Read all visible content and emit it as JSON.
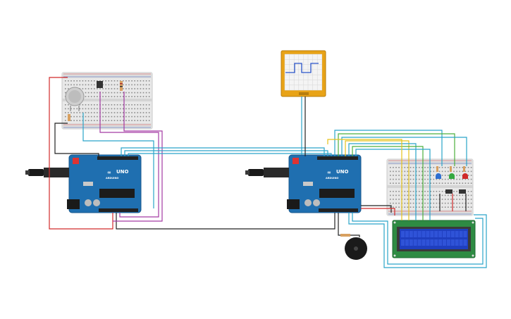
{
  "arduino_left": {
    "model": "UNO",
    "brand": "ARDUINO"
  },
  "arduino_right": {
    "model": "UNO",
    "brand": "ARDUINO"
  },
  "lcd": {
    "text_line1": "",
    "text_line2": ""
  },
  "colors": {
    "board": "#1f6fb0",
    "board_dark": "#17578c",
    "breadboard": "#e6e6e6",
    "lcd_body": "#2e8b43",
    "lcd_screen": "#1f3fbf",
    "oscilloscope_frame": "#e8a317",
    "wire_teal": "#2aa5c9",
    "wire_purple": "#a43aa3",
    "wire_red": "#d22a2a",
    "wire_black": "#222222",
    "wire_yellow": "#e5c21a",
    "wire_green": "#4caf3d"
  },
  "components": {
    "led_blue": "led-blue",
    "led_green": "led-green",
    "led_red": "led-red",
    "buzzer": "piezo-buzzer",
    "sensor": "gas-sensor"
  }
}
